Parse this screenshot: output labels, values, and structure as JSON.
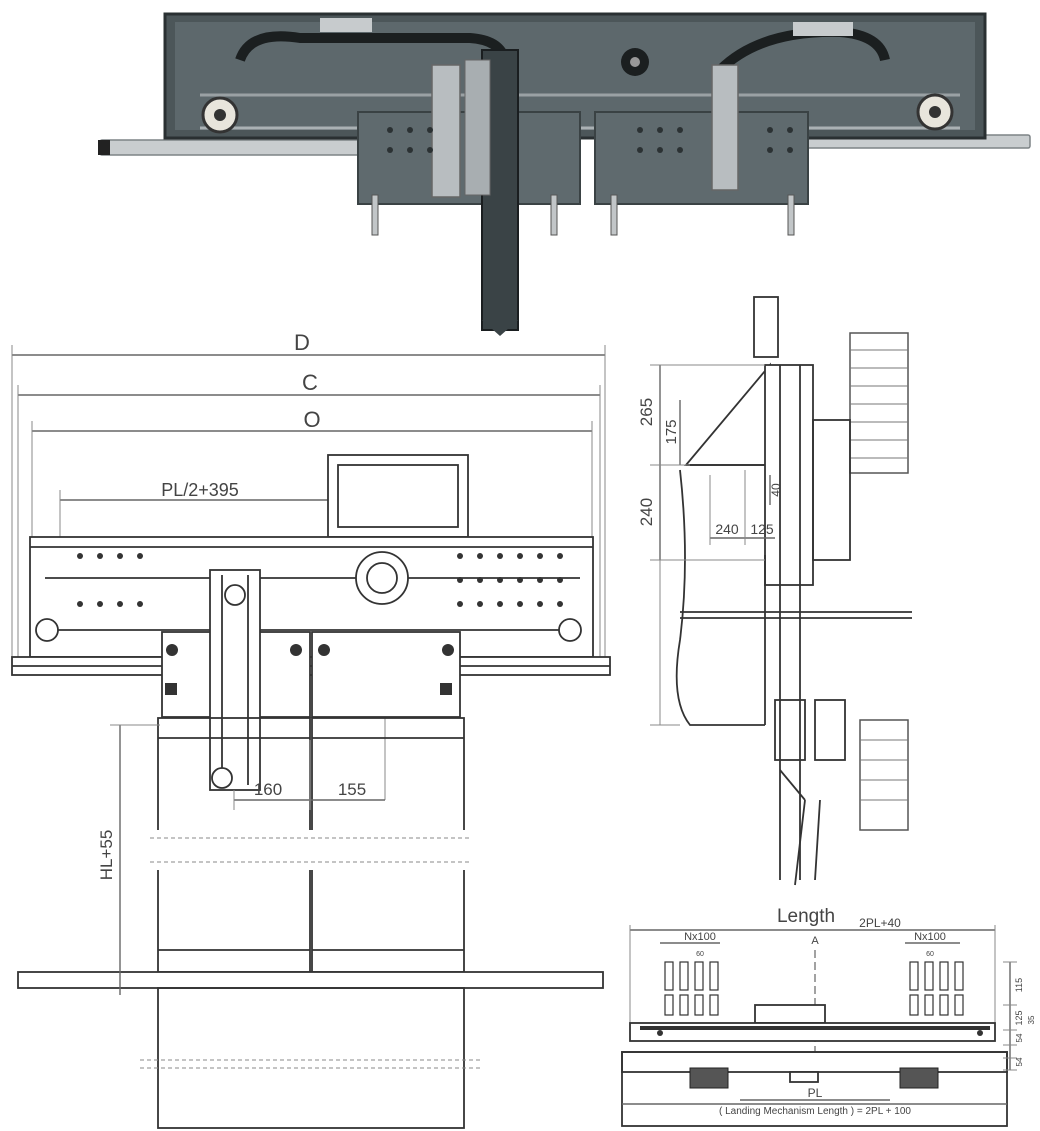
{
  "front_view": {
    "dim_D": "D",
    "dim_C": "C",
    "dim_O": "O",
    "dim_pl": "PL/2+395",
    "dim_160": "160",
    "dim_155": "155",
    "dim_hl": "HL+55"
  },
  "side_view": {
    "dim_265": "265",
    "dim_175": "175",
    "dim_240_v": "240",
    "dim_40": "40",
    "dim_240_h": "240",
    "dim_125": "125"
  },
  "landing_view": {
    "title": "Length",
    "total": "2PL+40",
    "left_n": "Nx100",
    "right_n": "Nx100",
    "center_a": "A",
    "small_60_left": "60",
    "small_60_right": "60",
    "v_115": "115",
    "v_125": "125",
    "v_35": "35",
    "v_54": "54",
    "v_54b": "54",
    "pl": "PL",
    "footer": "( Landing Mechanism Length ) = 2PL + 100"
  },
  "colors": {
    "photo_plate": "#5f6a6e",
    "photo_frame": "#2f3537",
    "line": "#666666"
  }
}
